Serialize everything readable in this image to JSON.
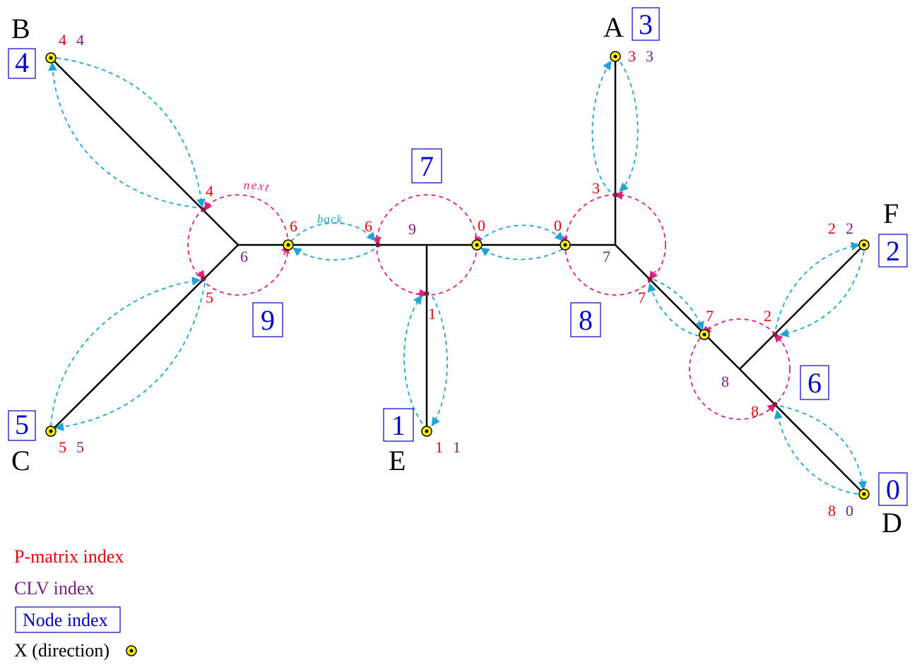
{
  "colors": {
    "edge": "#000000",
    "pmatrix": "#e8000b",
    "clv": "#7a1f82",
    "node_index": "#0000cc",
    "cycle": "#e0207a",
    "flow": "#1fa3d6",
    "direction_fill": "#ffee00"
  },
  "tips": {
    "A": {
      "label": "A",
      "node_index": "3",
      "pmatrix": "3",
      "clv": "3"
    },
    "B": {
      "label": "B",
      "node_index": "4",
      "pmatrix": "4",
      "clv": "4"
    },
    "C": {
      "label": "C",
      "node_index": "5",
      "pmatrix": "5",
      "clv": "5"
    },
    "D": {
      "label": "D",
      "node_index": "0",
      "pmatrix": "8",
      "clv": "0"
    },
    "E": {
      "label": "E",
      "node_index": "1",
      "pmatrix": "1",
      "clv": "1"
    },
    "F": {
      "label": "F",
      "node_index": "2",
      "pmatrix": "2",
      "clv": "2"
    }
  },
  "inner": {
    "n9": {
      "node_index": "9",
      "clv": "6",
      "pm_top": "4",
      "pm_bottom": "5",
      "pm_right": "6"
    },
    "n7": {
      "node_index": "7",
      "clv": "9",
      "pm_left": "6",
      "pm_right": "0",
      "pm_bottom": "1"
    },
    "n8": {
      "node_index": "8",
      "clv": "7",
      "pm_left": "0",
      "pm_top": "3",
      "pm_bottom": "7"
    },
    "n6": {
      "node_index": "6",
      "clv": "8",
      "pm_left": "7",
      "pm_top": "2",
      "pm_bottom": "8"
    }
  },
  "annotations": {
    "next": "next",
    "back": "back"
  },
  "legend": {
    "pmatrix": "P-matrix index",
    "clv": "CLV index",
    "node": "Node index",
    "direction": "X (direction)"
  }
}
